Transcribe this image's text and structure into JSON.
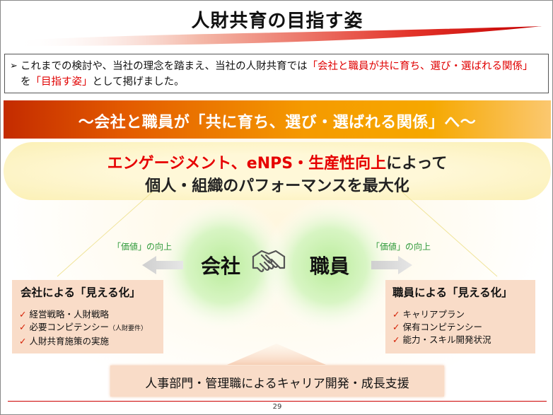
{
  "title": "人財共育の目指す姿",
  "intro": {
    "bullet": "➢",
    "text_before": "これまでの検討や、当社の理念を踏まえ、当社の人財共育では",
    "highlight_a": "「会社と職員が共に育ち、選び・選ばれる関係」",
    "text_middle": "を",
    "highlight_b": "「目指す姿」",
    "text_after": "として掲げました。"
  },
  "banner": "～会社と職員が「共に育ち、選び・選ばれる関係」へ～",
  "goal": {
    "highlight": "エンゲージメント、eNPS・生産性向上",
    "line1_rest": "によって",
    "line2": "個人・組織のパフォーマンスを最大化"
  },
  "center": {
    "left_label": "会社",
    "right_label": "職員",
    "icon": "handshake-icon"
  },
  "left_value_label": "「価値」の向上",
  "right_value_label": "「価値」の向上",
  "left_box": {
    "heading": "会社による「見える化」",
    "items": [
      {
        "text": "経営戦略・人財戦略",
        "note": ""
      },
      {
        "text": "必要コンピテンシー",
        "note": "（人財要件）"
      },
      {
        "text": "人財共育施策の実施",
        "note": ""
      }
    ]
  },
  "right_box": {
    "heading": "職員による「見える化」",
    "items": [
      {
        "text": "キャリアプラン",
        "note": ""
      },
      {
        "text": "保有コンピテンシー",
        "note": ""
      },
      {
        "text": "能力・スキル開発状況",
        "note": ""
      }
    ]
  },
  "check_mark": "✓",
  "bottom": "人事部門・管理職によるキャリア開発・成長支援",
  "page_number": "29",
  "colors": {
    "accent_red": "#e00000",
    "banner_start": "#c42b00",
    "banner_end": "#fbc870",
    "circle_green": "#b9ec9a",
    "box_peach": "#f9dcc8",
    "value_green": "#2f9a3a"
  }
}
